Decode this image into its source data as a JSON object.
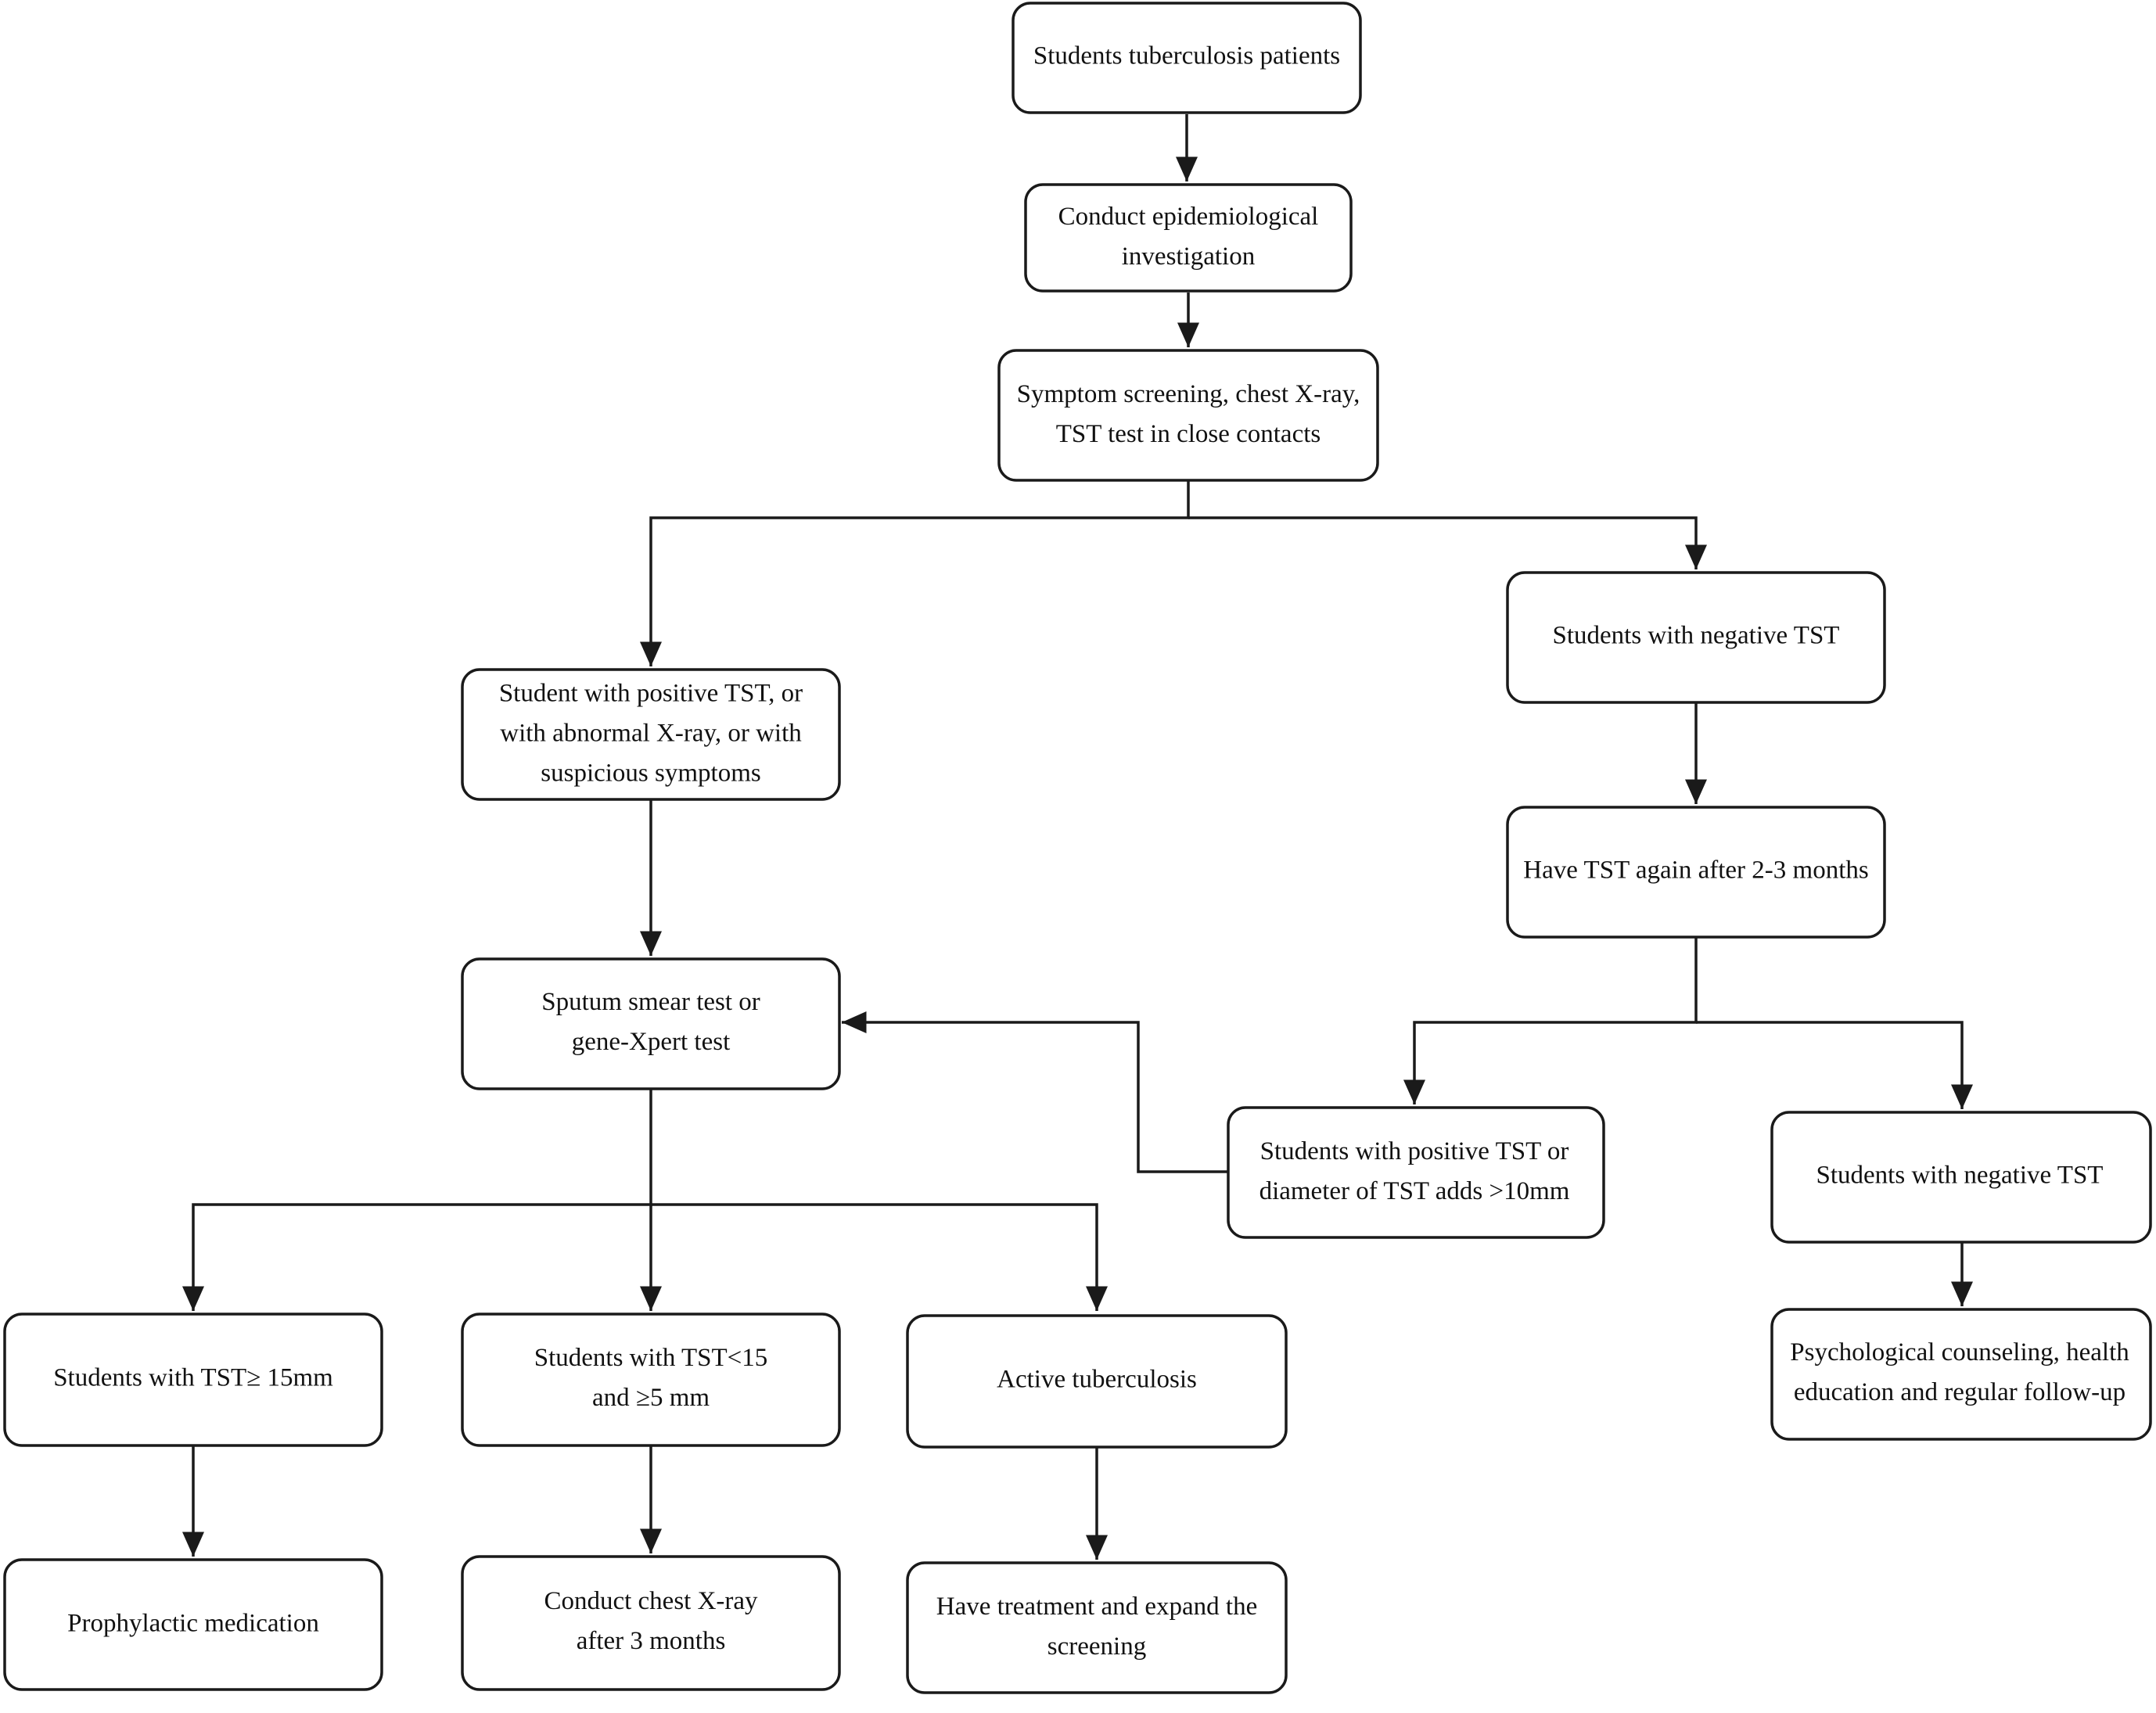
{
  "nodes": {
    "students_tb_patients": {
      "lines": [
        "Students tuberculosis patients"
      ]
    },
    "epidemiological_investigation": {
      "lines": [
        "Conduct epidemiological",
        "investigation"
      ]
    },
    "symptom_screening": {
      "lines": [
        "Symptom screening, chest X-ray,",
        "TST test in close contacts"
      ]
    },
    "positive_tst_or_abnormal": {
      "lines": [
        "Student with positive TST, or",
        "with abnormal X-ray, or with",
        "suspicious symptoms"
      ]
    },
    "negative_tst_first": {
      "lines": [
        "Students with negative TST"
      ]
    },
    "tst_again": {
      "lines": [
        "Have TST again after 2-3 months"
      ]
    },
    "sputum_test": {
      "lines": [
        "Sputum smear test or",
        "gene-Xpert test"
      ]
    },
    "positive_tst_increase": {
      "lines": [
        "Students with positive TST or",
        "diameter of TST  adds >10mm"
      ]
    },
    "negative_tst_second": {
      "lines": [
        "Students with negative TST"
      ]
    },
    "tst_ge_15": {
      "lines": [
        "Students with TST≥ 15mm"
      ]
    },
    "tst_5_to_15": {
      "lines": [
        "Students with TST<15",
        "and ≥5 mm"
      ]
    },
    "active_tb": {
      "lines": [
        "Active tuberculosis"
      ]
    },
    "psychological_counseling": {
      "lines": [
        "Psychological counseling, health",
        "education and regular follow-up"
      ]
    },
    "prophylactic_medication": {
      "lines": [
        "Prophylactic medication"
      ]
    },
    "chest_xray_3_months": {
      "lines": [
        "Conduct chest X-ray",
        "after 3 months"
      ]
    },
    "treatment_expand": {
      "lines": [
        "Have treatment and expand the",
        "screening"
      ]
    }
  },
  "edges": [
    {
      "from": "students_tb_patients",
      "to": "epidemiological_investigation"
    },
    {
      "from": "epidemiological_investigation",
      "to": "symptom_screening"
    },
    {
      "from": "symptom_screening",
      "to": "positive_tst_or_abnormal"
    },
    {
      "from": "symptom_screening",
      "to": "negative_tst_first"
    },
    {
      "from": "positive_tst_or_abnormal",
      "to": "sputum_test"
    },
    {
      "from": "negative_tst_first",
      "to": "tst_again"
    },
    {
      "from": "tst_again",
      "to": "positive_tst_increase"
    },
    {
      "from": "tst_again",
      "to": "negative_tst_second"
    },
    {
      "from": "positive_tst_increase",
      "to": "sputum_test"
    },
    {
      "from": "negative_tst_second",
      "to": "psychological_counseling"
    },
    {
      "from": "sputum_test",
      "to": "tst_ge_15"
    },
    {
      "from": "sputum_test",
      "to": "tst_5_to_15"
    },
    {
      "from": "sputum_test",
      "to": "active_tb"
    },
    {
      "from": "tst_ge_15",
      "to": "prophylactic_medication"
    },
    {
      "from": "tst_5_to_15",
      "to": "chest_xray_3_months"
    },
    {
      "from": "active_tb",
      "to": "treatment_expand"
    }
  ],
  "colors": {
    "stroke": "#1a1a1a",
    "text": "#111111",
    "background": "#ffffff"
  }
}
